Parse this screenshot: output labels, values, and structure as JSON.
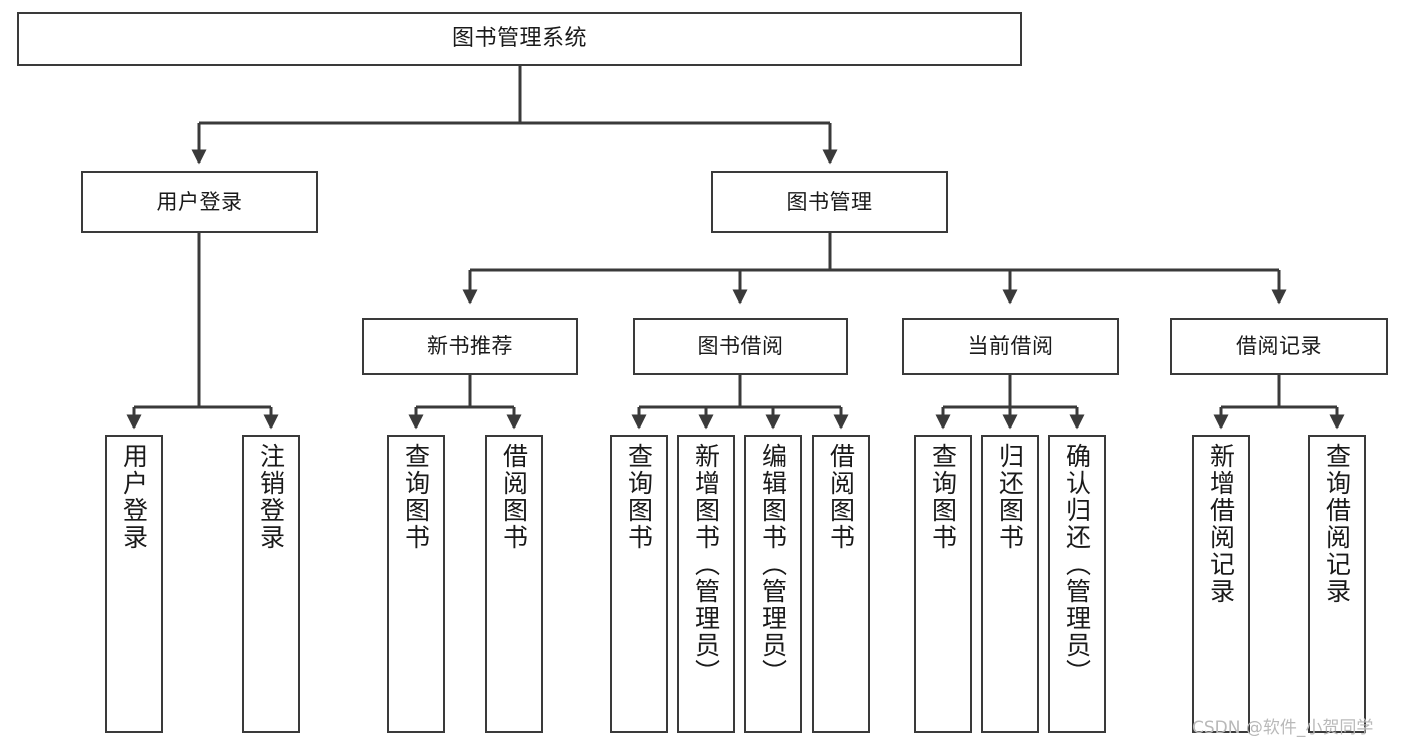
{
  "diagram": {
    "title": "图书管理系统",
    "watermark": "CSDN @软件_小贺同学",
    "stroke_color": "#3a3a3a",
    "background_color": "#ffffff",
    "text_color": "#1a1a1a",
    "root": {
      "label": "图书管理系统"
    },
    "level1": [
      {
        "label": "用户登录"
      },
      {
        "label": "图书管理"
      }
    ],
    "level2": [
      {
        "label": "新书推荐"
      },
      {
        "label": "图书借阅"
      },
      {
        "label": "当前借阅"
      },
      {
        "label": "借阅记录"
      }
    ],
    "leaves": {
      "user_login": [
        {
          "label": "用户登录"
        },
        {
          "label": "注销登录"
        }
      ],
      "new_book_recommend": [
        {
          "label": "查询图书"
        },
        {
          "label": "借阅图书"
        }
      ],
      "book_borrow": [
        {
          "label": "查询图书"
        },
        {
          "label": "新增图书（管理员）"
        },
        {
          "label": "编辑图书（管理员）"
        },
        {
          "label": "借阅图书"
        }
      ],
      "current_borrow": [
        {
          "label": "查询图书"
        },
        {
          "label": "归还图书"
        },
        {
          "label": "确认归还（管理员）"
        }
      ],
      "borrow_record": [
        {
          "label": "新增借阅记录"
        },
        {
          "label": "查询借阅记录"
        }
      ]
    }
  }
}
